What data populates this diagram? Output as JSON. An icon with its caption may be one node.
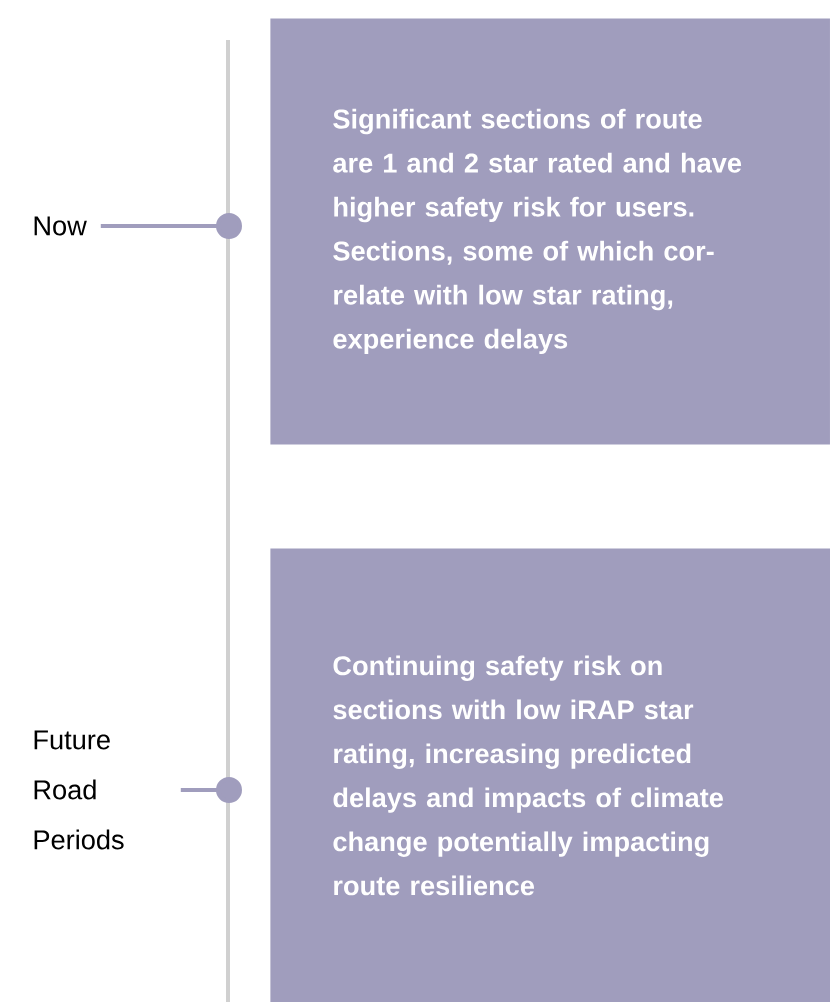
{
  "diagram": {
    "nodes": [
      {
        "text": [
          "Now"
        ]
      },
      {
        "text": [
          "Significant sections of route are 1 and 2 star rated and have higher safety risk for users. Sections, some of which cor-relate with low star rating, experience delays"
        ]
      },
      {
        "text": [
          "Future Road Periods"
        ]
      },
      {
        "text": [
          "Continuing safety risk on sections with low iRAP star rating, increasing predicted delays and impacts of climate change potentially impacting route resilience"
        ]
      }
    ],
    "edges": [
      {
        "from": 0,
        "to": 1,
        "arrow": "other"
      },
      {
        "from": 2,
        "to": 3,
        "arrow": "other"
      }
    ]
  }
}
